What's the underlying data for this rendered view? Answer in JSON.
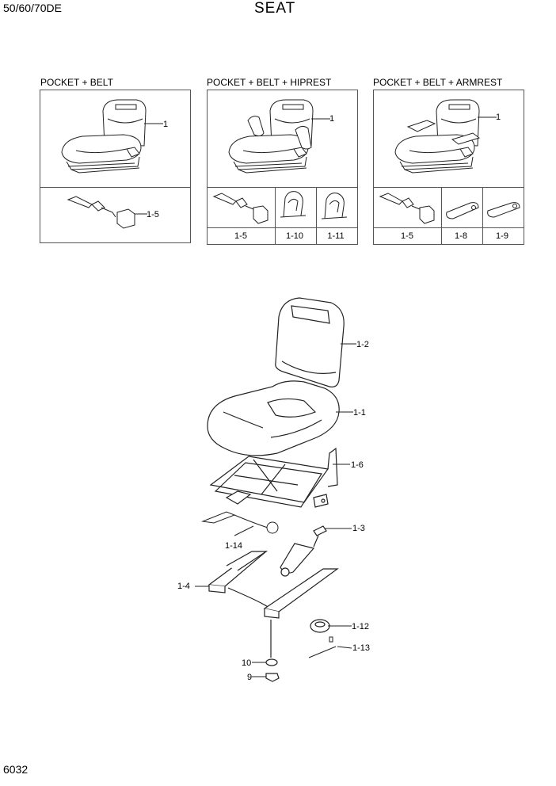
{
  "header": {
    "model": "50/60/70DE",
    "title": "SEAT"
  },
  "footer": {
    "page_number": "6032"
  },
  "variants": [
    {
      "title": "POCKET + BELT",
      "seat_ref": "1",
      "belt_ref": "1-5"
    },
    {
      "title": "POCKET + BELT + HIPREST",
      "seat_ref": "1",
      "captions": [
        "1-5",
        "1-10",
        "1-11"
      ]
    },
    {
      "title": "POCKET + BELT + ARMREST",
      "seat_ref": "1",
      "captions": [
        "1-5",
        "1-8",
        "1-9"
      ]
    }
  ],
  "main_callouts": [
    "1-2",
    "1-1",
    "1-6",
    "1-3",
    "1-14",
    "1-4",
    "1-12",
    "1-13",
    "10",
    "9"
  ]
}
